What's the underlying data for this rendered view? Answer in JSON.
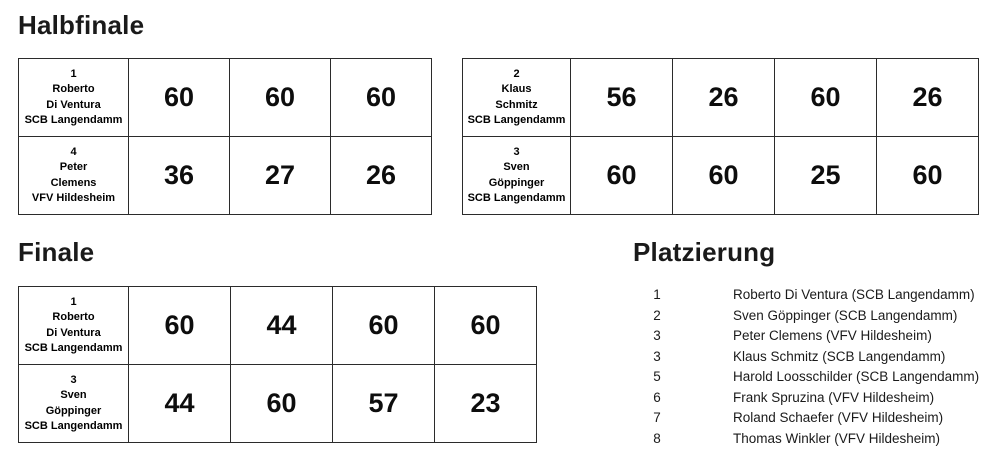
{
  "sections": {
    "halbfinale": {
      "heading": "Halbfinale",
      "matches": [
        {
          "id": "halbfinale-match-1",
          "rows": [
            {
              "seed": "1",
              "first_name": "Roberto",
              "last_name": "Di Ventura",
              "club": "SCB Langendamm",
              "scores": [
                "60",
                "60",
                "60"
              ]
            },
            {
              "seed": "4",
              "first_name": "Peter",
              "last_name": "Clemens",
              "club": "VFV Hildesheim",
              "scores": [
                "36",
                "27",
                "26"
              ]
            }
          ]
        },
        {
          "id": "halbfinale-match-2",
          "rows": [
            {
              "seed": "2",
              "first_name": "Klaus",
              "last_name": "Schmitz",
              "club": "SCB Langendamm",
              "scores": [
                "56",
                "26",
                "60",
                "26"
              ]
            },
            {
              "seed": "3",
              "first_name": "Sven",
              "last_name": "Göppinger",
              "club": "SCB Langendamm",
              "scores": [
                "60",
                "60",
                "25",
                "60"
              ]
            }
          ]
        }
      ]
    },
    "finale": {
      "heading": "Finale",
      "match": {
        "id": "finale-match",
        "rows": [
          {
            "seed": "1",
            "first_name": "Roberto",
            "last_name": "Di Ventura",
            "club": "SCB Langendamm",
            "scores": [
              "60",
              "44",
              "60",
              "60"
            ]
          },
          {
            "seed": "3",
            "first_name": "Sven",
            "last_name": "Göppinger",
            "club": "SCB Langendamm",
            "scores": [
              "44",
              "60",
              "57",
              "23"
            ]
          }
        ]
      }
    },
    "platzierung": {
      "heading": "Platzierung",
      "entries": [
        {
          "rank": "1",
          "text": "Roberto Di Ventura (SCB Langendamm)"
        },
        {
          "rank": "2",
          "text": "Sven Göppinger (SCB Langendamm)"
        },
        {
          "rank": "3",
          "text": "Peter Clemens (VFV Hildesheim)"
        },
        {
          "rank": "3",
          "text": "Klaus Schmitz (SCB Langendamm)"
        },
        {
          "rank": "5",
          "text": "Harold Loosschilder (SCB Langendamm)"
        },
        {
          "rank": "6",
          "text": "Frank Spruzina (VFV Hildesheim)"
        },
        {
          "rank": "7",
          "text": "Roland Schaefer (VFV Hildesheim)"
        },
        {
          "rank": "8",
          "text": "Thomas Winkler (VFV Hildesheim)"
        }
      ]
    }
  },
  "colors": {
    "background": "#ffffff",
    "text": "#1a1a1a",
    "border": "#2b2b2b"
  }
}
